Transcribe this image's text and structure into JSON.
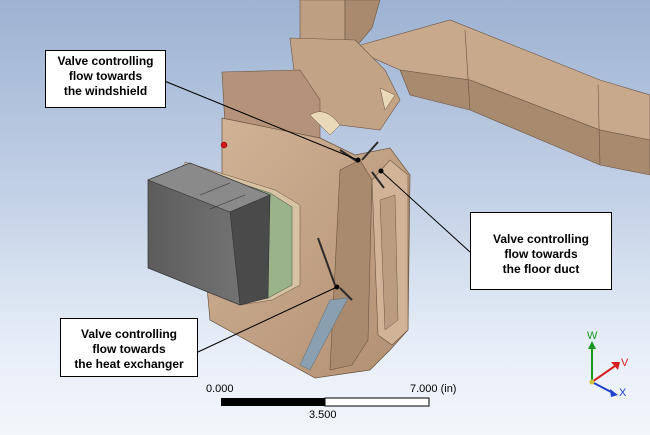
{
  "callouts": {
    "windshield": {
      "lines": [
        "Valve controlling",
        "flow towards",
        "the windshield"
      ]
    },
    "floor": {
      "lines": [
        "Valve controlling",
        "flow towards",
        "the floor duct"
      ]
    },
    "heat_exchanger": {
      "lines": [
        "Valve controlling",
        "flow towards",
        "the heat exchanger"
      ]
    }
  },
  "scale_bar": {
    "left_label": "0.000",
    "right_label": "7.000 (in)",
    "mid_label": "3.500"
  },
  "triad": {
    "w_label": "W",
    "v_label": "V",
    "x_label": "X",
    "w_color": "#1a9a1a",
    "v_color": "#d42020",
    "x_color": "#2040d0"
  },
  "colors": {
    "duct": "#c4a486",
    "duct_dark": "#9e7f64",
    "heat_exchanger": "#6b6b6b",
    "gasket": "#9bb38a"
  }
}
